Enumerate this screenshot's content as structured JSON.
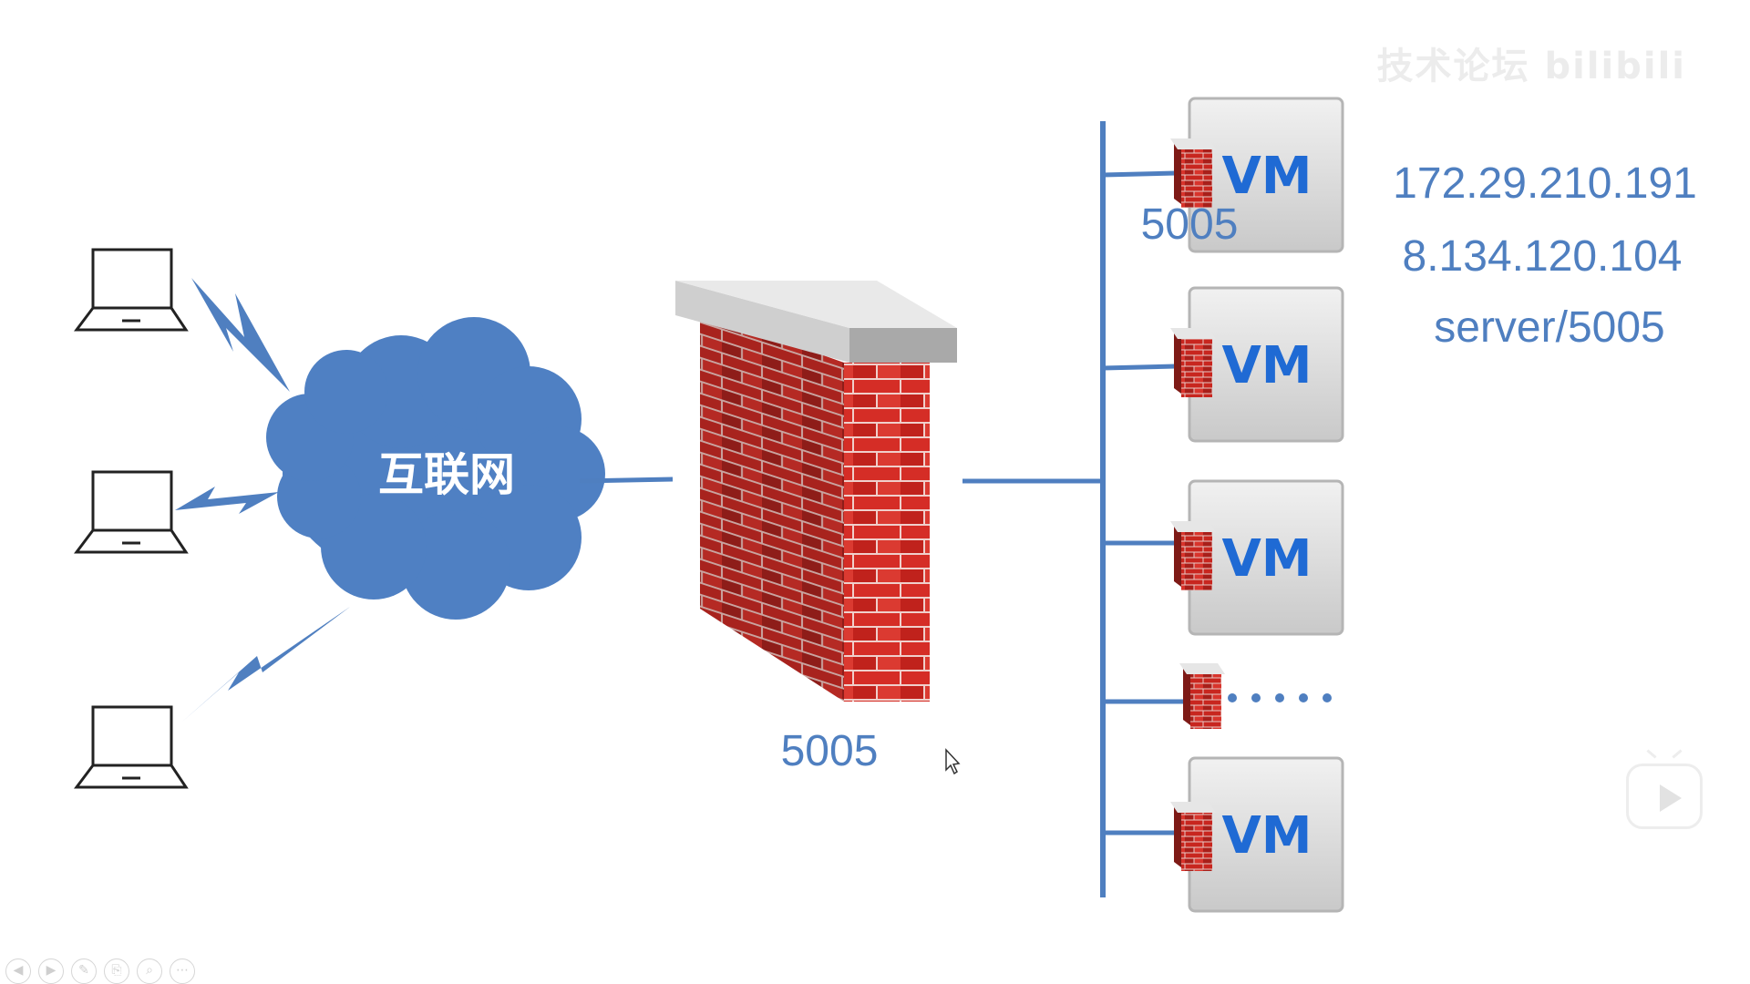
{
  "cloud": {
    "label": "互联网"
  },
  "firewall": {
    "port_label": "5005"
  },
  "vm": {
    "label": "VM",
    "first_port_label": "5005"
  },
  "info": {
    "ip_private": "172.29.210.191",
    "ip_public": "8.134.120.104",
    "path": "server/5005"
  },
  "watermark": {
    "text": "技术论坛 bilibili"
  },
  "colors": {
    "accent": "#4f7fc0",
    "line": "#4f7fc0",
    "cloud": "#4f80c3",
    "brick": "#d62f2a",
    "mortar": "#f1d3cf",
    "vm_box": "#dcdcdc",
    "vm_text": "#1f6ad4"
  },
  "controls": [
    "◀",
    "▶",
    "✎",
    "⎘",
    "⌕",
    "⋯"
  ]
}
